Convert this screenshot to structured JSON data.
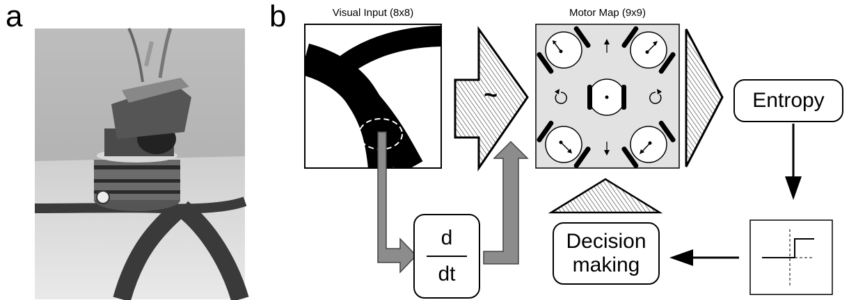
{
  "panels": {
    "a": "a",
    "b": "b"
  },
  "visual_input": {
    "title": "Visual Input (8x8)"
  },
  "motor_map": {
    "title": "Motor Map (9x9)"
  },
  "transform_symbol": "~",
  "derivative": {
    "numerator": "d",
    "denominator": "dt"
  },
  "entropy": {
    "label": "Entropy"
  },
  "decision": {
    "line1": "Decision",
    "line2": "making"
  },
  "colors": {
    "gray_arrow": "#8c8c8c",
    "motor_bg": "#e2e2e2",
    "line": "#000000"
  }
}
